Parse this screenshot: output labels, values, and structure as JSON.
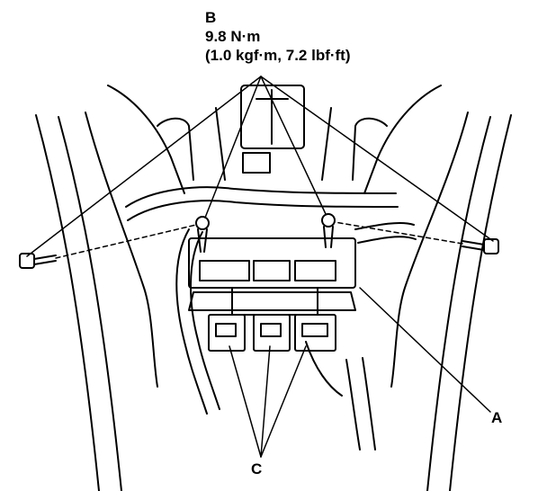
{
  "callouts": {
    "b": {
      "letter": "B",
      "torque_nm": "9.8 N·m",
      "torque_alt": "(1.0 kgf·m, 7.2 lbf·ft)"
    },
    "a": {
      "letter": "A"
    },
    "c": {
      "letter": "C"
    }
  }
}
